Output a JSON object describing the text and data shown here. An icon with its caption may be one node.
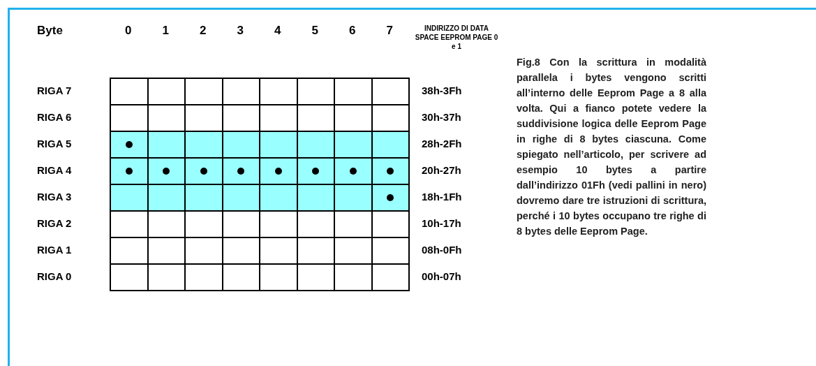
{
  "diagram": {
    "caption": "Fig.8 Con la scrittura in modalità parallela i bytes vengono scritti all’interno delle Eeprom Page a 8 alla volta. Qui a fianco potete vedere la suddivisione logica delle Eeprom Page in righe di 8 bytes ciascuna. Come spiegato nell’articolo, per scrivere ad esempio 10 bytes a partire dall’indirizzo 01Fh (vedi pallini in nero) dovremo dare tre istruzioni di scrittura, perché i 10 bytes occupano tre righe di 8 bytes delle Eeprom Page.",
    "labels": [
      "Byte",
      "0",
      "1",
      "2",
      "3",
      "4",
      "5",
      "6",
      "7",
      "INDIRIZZO DI DATA SPACE EEPROM PAGE 0 e 1",
      "RIGA 7",
      "38h-3Fh",
      "RIGA 6",
      "30h-37h",
      "RIGA 5",
      "28h-2Fh",
      "RIGA 4",
      "20h-27h",
      "RIGA 3",
      "18h-1Fh",
      "RIGA 2",
      "10h-17h",
      "RIGA 1",
      "08h-0Fh",
      "RIGA 0",
      "00h-07h"
    ]
  }
}
